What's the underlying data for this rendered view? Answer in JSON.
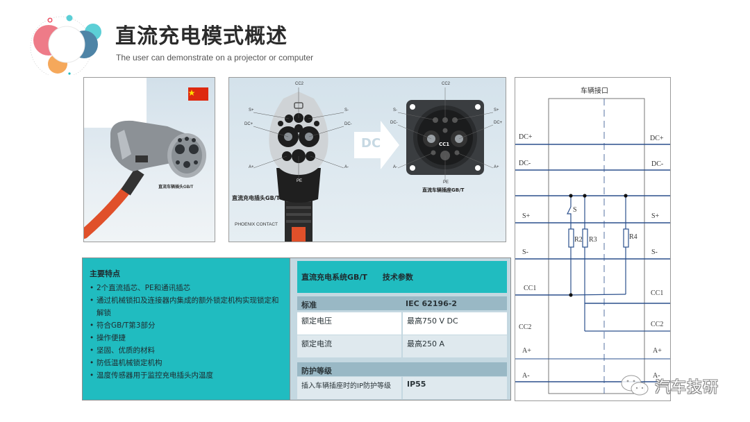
{
  "header": {
    "title": "直流充电模式概述",
    "subtitle": "The user can demonstrate on a projector or computer"
  },
  "plug_photo": {
    "caption": "直流车辆插头GB/T",
    "flag": "china-flag",
    "colors": {
      "flag": "#de2910",
      "cable": "#e0502a"
    }
  },
  "pin_diagram": {
    "plug": {
      "caption": "直流充电插头GB/T",
      "brand": "PHOENIX CONTACT",
      "pins": [
        "CC2",
        "S+",
        "S-",
        "DC+",
        "DC-",
        "A+",
        "A-",
        "PE"
      ]
    },
    "arrow_label": "DC",
    "inlet": {
      "caption": "直流车辆插座GB/T",
      "center_label": "CC1",
      "pins": [
        "CC2",
        "S-",
        "S+",
        "DC-",
        "DC+",
        "A-",
        "A+",
        "PE"
      ]
    }
  },
  "circuit": {
    "title": "车辆接口",
    "left_labels": [
      "DC+",
      "DC-",
      "S+",
      "S-",
      "CC1",
      "CC2",
      "A+",
      "A-"
    ],
    "right_labels": [
      "DC+",
      "DC-",
      "S+",
      "S-",
      "CC1",
      "CC2",
      "A+",
      "A-"
    ],
    "switch_label": "S",
    "resistors": [
      "R2",
      "R3",
      "R4"
    ],
    "line_color": "#2a4f8c"
  },
  "features": {
    "title": "主要特点",
    "items": [
      "2个直流插芯、PE和通讯插芯",
      "通过机械锁扣及连接器内集成的额外锁定机构实现锁定和解锁",
      "符合GB/T第3部分",
      "操作便捷",
      "坚固、优质的材料",
      "防低温机械锁定机构",
      "温度传感器用于监控充电插头内温度"
    ]
  },
  "specs": {
    "heading": "直流充电系统GB/T　　技术参数",
    "rows": [
      {
        "label": "标准",
        "value": "IEC 62196-2",
        "style": "section"
      },
      {
        "label": "额定电压",
        "value": "最高750 V DC",
        "style": "white"
      },
      {
        "label": "额定电流",
        "value": "最高250 A",
        "style": "light"
      },
      {
        "label": "防护等级",
        "value": "",
        "style": "section"
      },
      {
        "label": "插入车辆插座时的IP防护等级",
        "value": "IP55",
        "style": "light"
      }
    ]
  },
  "watermark": {
    "text": "汽车技研",
    "icon": "wechat-icon"
  },
  "colors": {
    "accent_teal": "#20bcc0",
    "spec_bg": "#c4d8e1",
    "spec_section": "#99b8c5"
  }
}
